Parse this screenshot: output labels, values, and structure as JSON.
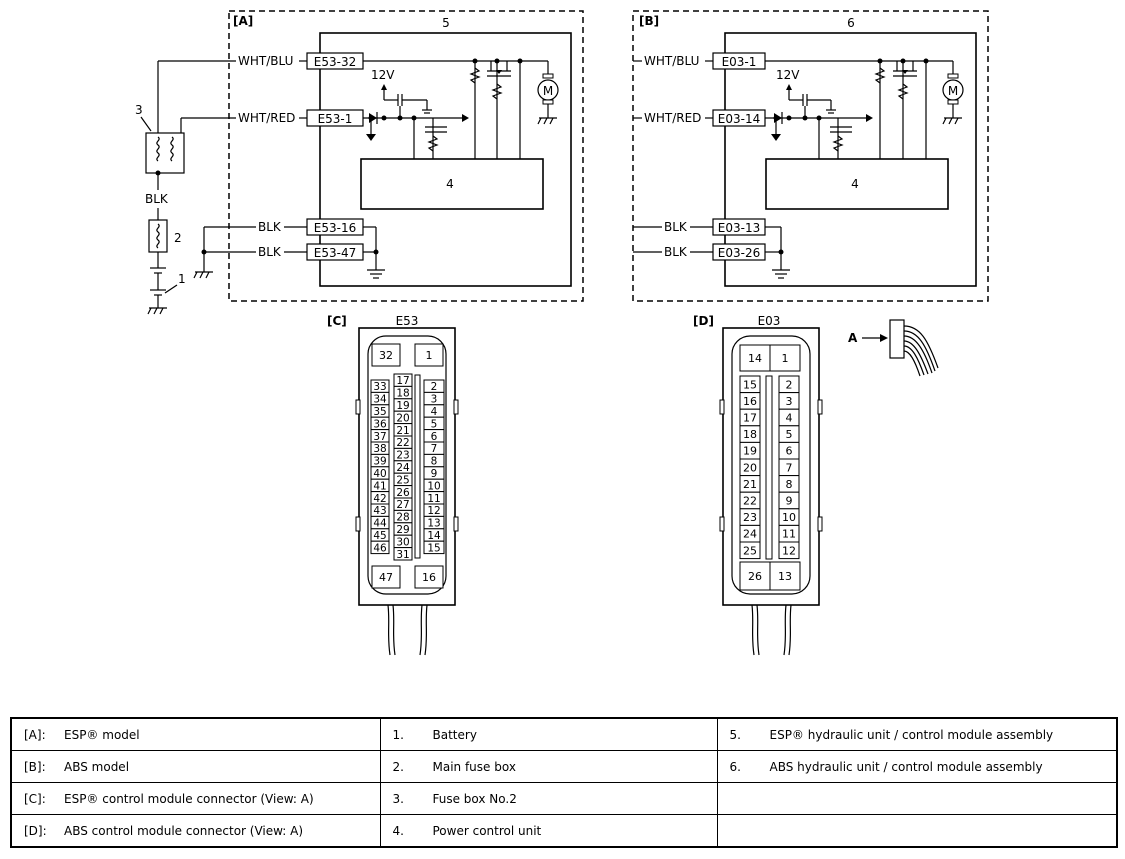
{
  "panels": {
    "A": {
      "tag": "[A]",
      "unit_no": "5",
      "pcu_no": "4"
    },
    "B": {
      "tag": "[B]",
      "unit_no": "6",
      "pcu_no": "4"
    },
    "C": {
      "tag": "[C]",
      "connector": "E53"
    },
    "D": {
      "tag": "[D]",
      "connector": "E03"
    }
  },
  "wires": {
    "A": [
      {
        "color": "WHT/BLU",
        "pin": "E53-32"
      },
      {
        "color": "WHT/RED",
        "pin": "E53-1"
      },
      {
        "color": "BLK",
        "pin": "E53-16"
      },
      {
        "color": "BLK",
        "pin": "E53-47"
      }
    ],
    "B": [
      {
        "color": "WHT/BLU",
        "pin": "E03-1"
      },
      {
        "color": "WHT/RED",
        "pin": "E03-14"
      },
      {
        "color": "BLK",
        "pin": "E03-13"
      },
      {
        "color": "BLK",
        "pin": "E03-26"
      }
    ]
  },
  "supply": {
    "voltage_A": "12V",
    "voltage_B": "12V",
    "motor": "M"
  },
  "external": {
    "fuse_box_no": "3",
    "fuse_no": "2",
    "battery_no": "1",
    "wire_color": "BLK"
  },
  "view_marker": "A",
  "connector_E53": {
    "top": [
      "32",
      "1"
    ],
    "left": [
      "33",
      "34",
      "35",
      "36",
      "37",
      "38",
      "39",
      "40",
      "41",
      "42",
      "43",
      "44",
      "45",
      "46"
    ],
    "mid": [
      "17",
      "18",
      "19",
      "20",
      "21",
      "22",
      "23",
      "24",
      "25",
      "26",
      "27",
      "28",
      "29",
      "30",
      "31"
    ],
    "right": [
      "2",
      "3",
      "4",
      "5",
      "6",
      "7",
      "8",
      "9",
      "10",
      "11",
      "12",
      "13",
      "14",
      "15"
    ],
    "bottom": [
      "47",
      "16"
    ]
  },
  "connector_E03": {
    "top": [
      "14",
      "1"
    ],
    "left": [
      "15",
      "16",
      "17",
      "18",
      "19",
      "20",
      "21",
      "22",
      "23",
      "24",
      "25"
    ],
    "right": [
      "2",
      "3",
      "4",
      "5",
      "6",
      "7",
      "8",
      "9",
      "10",
      "11",
      "12"
    ],
    "bottom": [
      "26",
      "13"
    ]
  },
  "legend": [
    [
      {
        "key": "[A]:",
        "text": "ESP® model"
      },
      {
        "key": "1.",
        "text": "Battery"
      },
      {
        "key": "5.",
        "text": "ESP® hydraulic unit / control module assembly"
      }
    ],
    [
      {
        "key": "[B]:",
        "text": "ABS model"
      },
      {
        "key": "2.",
        "text": "Main fuse box"
      },
      {
        "key": "6.",
        "text": "ABS hydraulic unit / control module assembly"
      }
    ],
    [
      {
        "key": "[C]:",
        "text": "ESP® control module connector (View: A)"
      },
      {
        "key": "3.",
        "text": "Fuse box No.2"
      },
      {
        "key": "",
        "text": ""
      }
    ],
    [
      {
        "key": "[D]:",
        "text": "ABS control module connector (View: A)"
      },
      {
        "key": "4.",
        "text": "Power control unit"
      },
      {
        "key": "",
        "text": ""
      }
    ]
  ]
}
